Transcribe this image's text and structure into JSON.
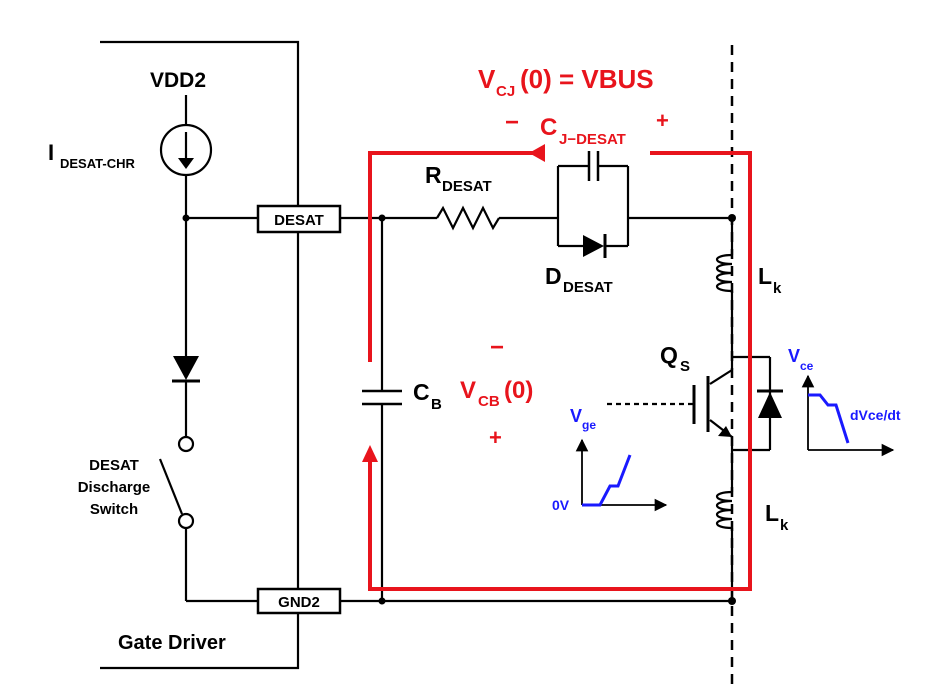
{
  "diagram": {
    "colors": {
      "wire": "#000000",
      "loop": "#e8141c",
      "waveform": "#1a1aff",
      "background": "#ffffff"
    },
    "labels": {
      "vdd2": "VDD2",
      "idesat_main": "I",
      "idesat_sub": "DESAT-CHR",
      "desat_pin": "DESAT",
      "gnd2_pin": "GND2",
      "gate_driver": "Gate Driver",
      "switch_line1": "DESAT",
      "switch_line2": "Discharge",
      "switch_line3": "Switch",
      "rdesat_main": "R",
      "rdesat_sub": "DESAT",
      "ddesat_main": "D",
      "ddesat_sub": "DESAT",
      "cb_main": "C",
      "cb_sub": "B",
      "lk1_main": "L",
      "lk1_sub": "k",
      "lk2_main": "L",
      "lk2_sub": "k",
      "qs_main": "Q",
      "qs_sub": "S"
    },
    "annotations": {
      "vcj_v": "V",
      "vcj_sub": "CJ",
      "vcj_rest": "(0) = VBUS",
      "cj_minus": "−",
      "cj_main": "C",
      "cj_sub": "J−DESAT",
      "cj_plus": "+",
      "vcb_minus": "−",
      "vcb_v": "V",
      "vcb_sub": "CB",
      "vcb_rest": "(0)",
      "vcb_plus": "+"
    },
    "waveforms": {
      "vge_main": "V",
      "vge_sub": "ge",
      "vge_zero": "0V",
      "vce_main": "V",
      "vce_sub": "ce",
      "vce_slope": "dVce/dt"
    }
  }
}
